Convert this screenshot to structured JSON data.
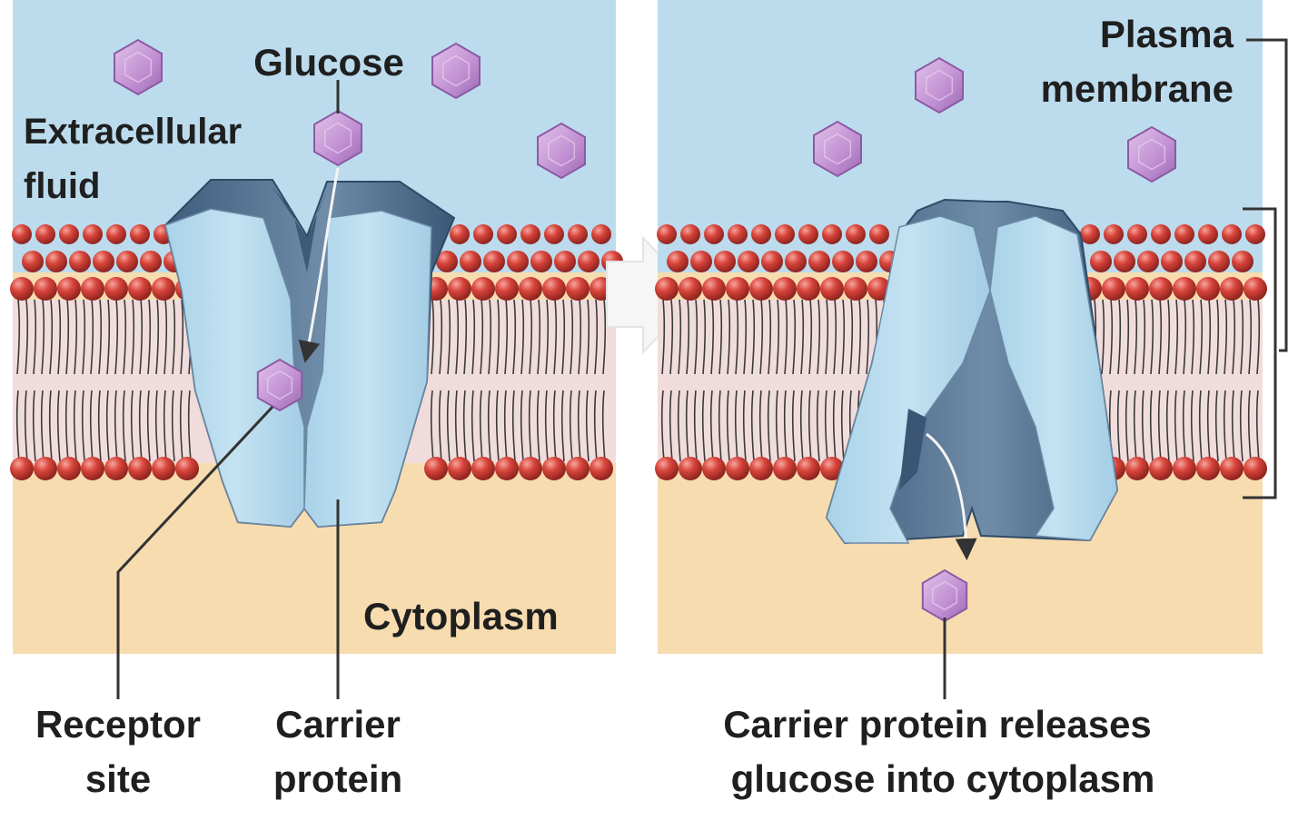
{
  "labels": {
    "glucose": "Glucose",
    "extracellular_line1": "Extracellular",
    "extracellular_line2": "fluid",
    "cytoplasm": "Cytoplasm",
    "receptor_line1": "Receptor",
    "receptor_line2": "site",
    "carrier_line1": "Carrier",
    "carrier_line2": "protein",
    "plasma_line1": "Plasma",
    "plasma_line2": "membrane",
    "release_line1": "Carrier protein releases",
    "release_line2": "glucose into cytoplasm"
  },
  "colors": {
    "extracellular": "#bcdcee",
    "cytoplasm": "#f7dcb0",
    "phospholipid_head": "#d7443a",
    "lipid_tail_band": "#f1dcdc",
    "protein_light": "#b5d9ec",
    "protein_dark": "#4f6e8d",
    "glucose": "#c08fd2",
    "arrow": "#f2f2f2"
  }
}
